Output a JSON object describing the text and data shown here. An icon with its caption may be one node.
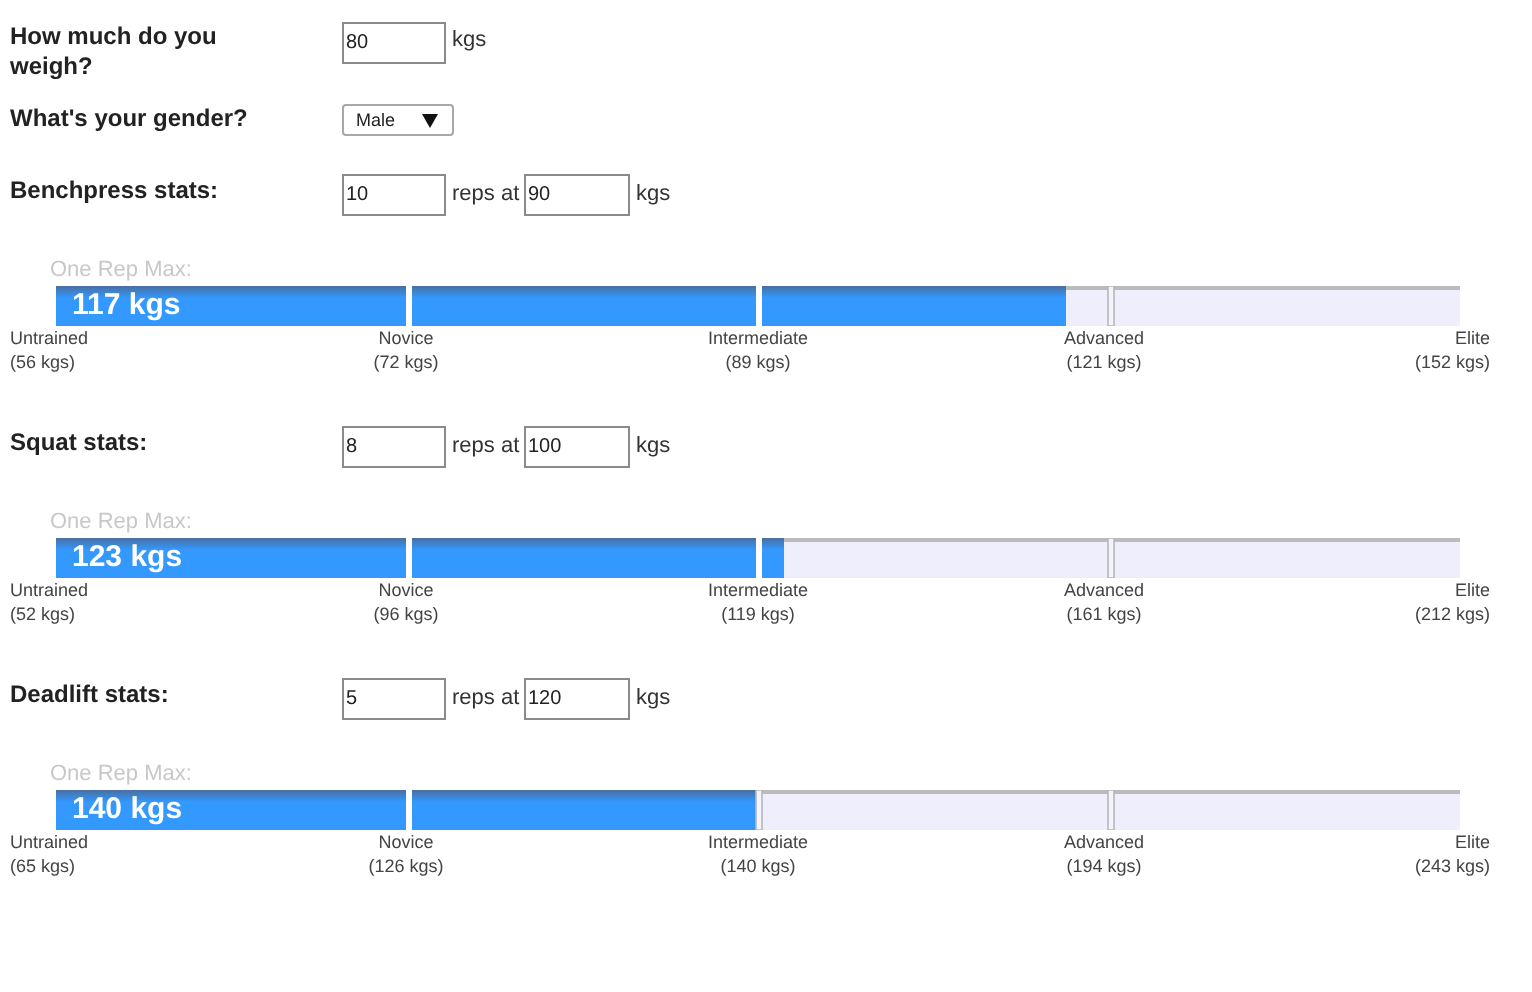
{
  "diagram": {
    "nodes": [
      {
        "text": [
          "117 kgs"
        ]
      },
      {
        "text": [
          "123 kgs"
        ]
      },
      {
        "text": [
          "140 kgs"
        ]
      }
    ],
    "labels": [
      "How much do you weigh?",
      "80",
      "kgs",
      "What's your gender?",
      "Male",
      "Benchpress stats:",
      "10",
      "reps at",
      "90",
      "kgs",
      "One Rep Max:",
      "Untrained",
      "Novice",
      "Intermediate",
      "Advanced",
      "Elite",
      "(56 kgs)",
      "(72 kgs)",
      "(89 kgs)",
      "(121 kgs)",
      "(152 kgs)",
      "Squat stats:",
      "8",
      "reps at",
      "100",
      "kgs",
      "One Rep Max:",
      "Untrained",
      "Novice",
      "Intermediate",
      "Advanced",
      "Elite",
      "(52 kgs)",
      "(96 kgs)",
      "(119 kgs)",
      "(161 kgs)",
      "(212 kgs)",
      "Deadlift stats:",
      "5",
      "reps at",
      "120",
      "kgs",
      "One Rep Max:",
      "Untrained",
      "Novice",
      "Intermediate",
      "Advanced",
      "Elite",
      "(65 kgs)",
      "(126 kgs)",
      "(140 kgs)",
      "(194 kgs)",
      "(243 kgs)"
    ]
  }
}
